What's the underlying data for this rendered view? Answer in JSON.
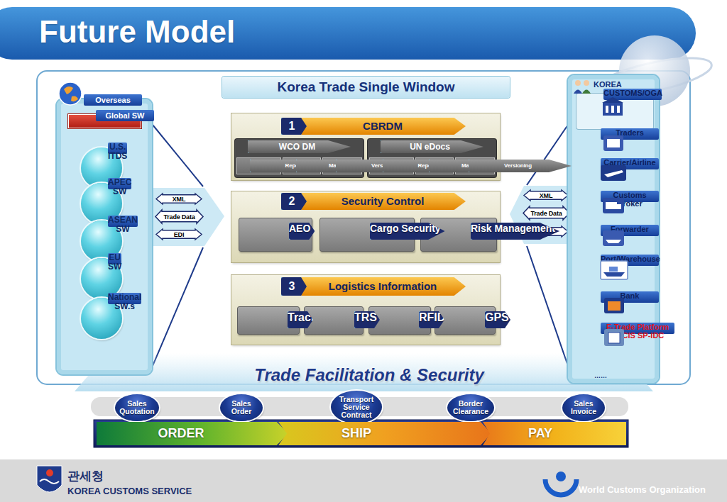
{
  "diagram": {
    "title": "Future Model",
    "nodes": [
      {
        "text": [
          "Overseas"
        ]
      },
      {
        "text": [
          "Global SW"
        ],
        "in": 0
      },
      {
        "text": [
          "U.S. ITDS"
        ],
        "in": 0
      },
      {
        "text": [
          "APEC SW"
        ],
        "in": 0
      },
      {
        "text": [
          "ASEAN SW"
        ],
        "in": 0
      },
      {
        "text": [
          "EU SW"
        ],
        "in": 0
      },
      {
        "text": [
          "National SW.s"
        ],
        "in": 0
      },
      {
        "text": [
          "XML"
        ]
      },
      {
        "text": [
          "Trade Data"
        ]
      },
      {
        "text": [
          "EDI"
        ]
      },
      {
        "text": [
          "Korea Trade Single Window"
        ]
      },
      {
        "text": [
          "1",
          "CBRDM"
        ],
        "in": 10
      },
      {
        "text": [
          "WCO DM"
        ],
        "in": 11
      },
      {
        "text": [
          "Repository"
        ],
        "in": 12
      },
      {
        "text": [
          "Management"
        ],
        "in": 12
      },
      {
        "text": [
          "Versioning"
        ],
        "in": 12
      },
      {
        "text": [
          "UN eDocs"
        ],
        "in": 11
      },
      {
        "text": [
          "Repository"
        ],
        "in": 16
      },
      {
        "text": [
          "Management"
        ],
        "in": 16
      },
      {
        "text": [
          "Versioning"
        ],
        "in": 16
      },
      {
        "text": [
          "2",
          "Security Control"
        ],
        "in": 10
      },
      {
        "text": [
          "AEO"
        ],
        "in": 20
      },
      {
        "text": [
          "Cargo Security"
        ],
        "in": 20
      },
      {
        "text": [
          "Risk Management"
        ],
        "in": 20
      },
      {
        "text": [
          "3",
          "Logistics Information"
        ],
        "in": 10
      },
      {
        "text": [
          "Tracking by UCR"
        ],
        "in": 24
      },
      {
        "text": [
          "TRS"
        ],
        "in": 24
      },
      {
        "text": [
          "RFID / EPC"
        ],
        "in": 24
      },
      {
        "text": [
          "GPS"
        ],
        "in": 24
      },
      {
        "text": [
          "XML"
        ]
      },
      {
        "text": [
          "Trade Data"
        ]
      },
      {
        "text": [
          "EDI"
        ]
      },
      {
        "text": [
          "KOREA"
        ]
      },
      {
        "text": [
          "CUSTOMS/OGA"
        ],
        "in": 32
      },
      {
        "text": [
          "Traders"
        ],
        "in": 32
      },
      {
        "text": [
          "Carrier/Airline"
        ],
        "in": 32
      },
      {
        "text": [
          "Customs Broker"
        ],
        "in": 32
      },
      {
        "text": [
          "Forwarder"
        ],
        "in": 32
      },
      {
        "text": [
          "Port/Warehouse"
        ],
        "in": 32
      },
      {
        "text": [
          "Bank"
        ],
        "in": 32
      },
      {
        "text": [
          "E-Trade Platform KACIS SP-IDC"
        ],
        "in": 32
      },
      {
        "text": [
          "Sales Quotation"
        ]
      },
      {
        "text": [
          "Sales Order"
        ]
      },
      {
        "text": [
          "Transport Service Contract"
        ]
      },
      {
        "text": [
          "Border Clearance"
        ]
      },
      {
        "text": [
          "Sales Invoice"
        ]
      },
      {
        "text": [
          "ORDER"
        ]
      },
      {
        "text": [
          "SHIP"
        ]
      },
      {
        "text": [
          "PAY"
        ]
      }
    ],
    "labels": [
      "Trade Facilitation & Security",
      "……",
      "관세청",
      "KOREA CUSTOMS SERVICE",
      "World Customs Organization"
    ]
  }
}
